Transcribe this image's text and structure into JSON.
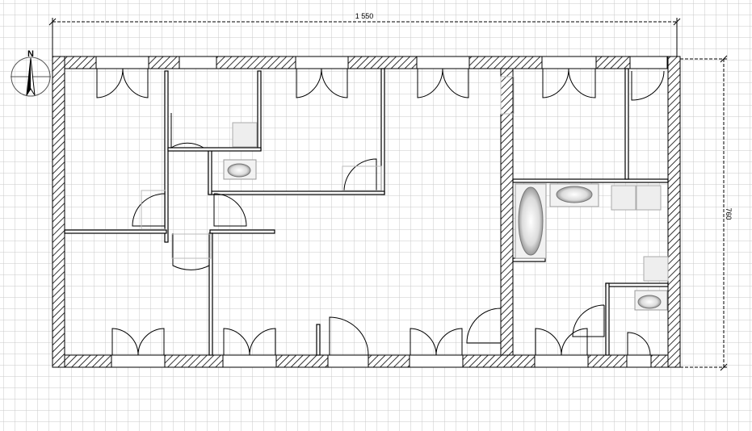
{
  "plan": {
    "title": "",
    "width_label": "1 550",
    "height_label": "760",
    "north_label": "N"
  },
  "colors": {
    "grid_line": "#c9c9c9",
    "wall_fill": "#ffffff",
    "wall_hatch": "#000000",
    "door": "#000000",
    "fixture": "#d8d8d8"
  },
  "icons": [
    "compass-rose-icon",
    "bathtub-icon",
    "sink-icon",
    "toilet-icon"
  ]
}
